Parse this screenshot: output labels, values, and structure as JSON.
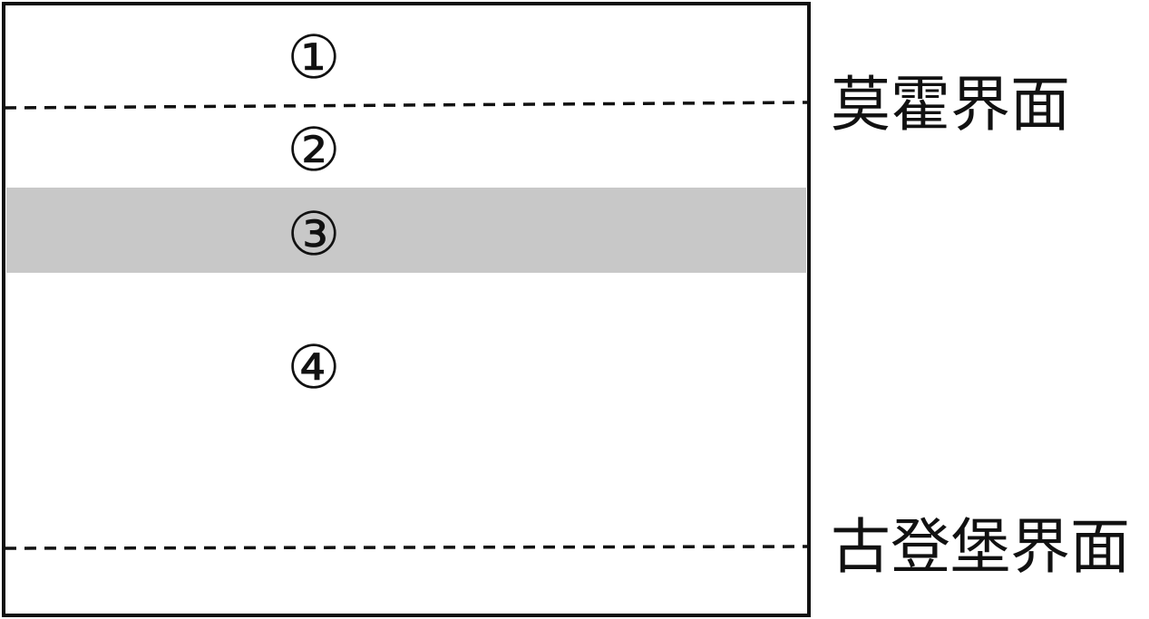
{
  "layers": [
    {
      "label": "①"
    },
    {
      "label": "②"
    },
    {
      "label": "③",
      "shaded": true
    },
    {
      "label": "④"
    }
  ],
  "interfaces": {
    "moho": {
      "label": "莫霍界面"
    },
    "gutenberg": {
      "label": "古登堡界面"
    }
  },
  "colors": {
    "shaded_layer": "#c8c8c8",
    "line": "#111111",
    "background": "#ffffff"
  }
}
